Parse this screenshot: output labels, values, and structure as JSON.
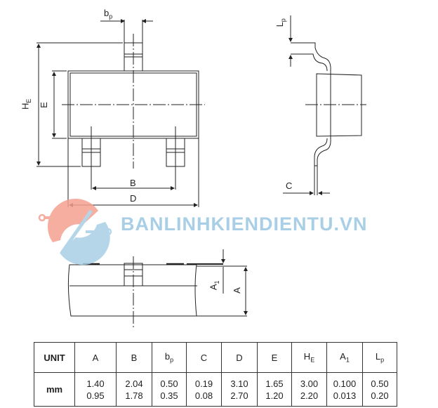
{
  "drawing": {
    "top_view_labels": {
      "bp": "b",
      "bp_sub": "p",
      "he": "H",
      "he_sub": "E",
      "e": "E",
      "b": "B",
      "d": "D"
    },
    "side_view_labels": {
      "lp": "L",
      "lp_sub": "p",
      "c": "C"
    },
    "front_view_labels": {
      "a1": "A",
      "a1_sub": "1",
      "a": "A"
    }
  },
  "watermark": {
    "text": "BANLINHKIENDIENTU.VN",
    "colors": {
      "text": "#a9cfe6",
      "logo_red": "#f4a090",
      "logo_blue": "#a9cfe6"
    }
  },
  "table": {
    "header": [
      {
        "label": "UNIT",
        "sub": ""
      },
      {
        "label": "A",
        "sub": ""
      },
      {
        "label": "B",
        "sub": ""
      },
      {
        "label": "b",
        "sub": "p"
      },
      {
        "label": "C",
        "sub": ""
      },
      {
        "label": "D",
        "sub": ""
      },
      {
        "label": "E",
        "sub": ""
      },
      {
        "label": "H",
        "sub": "E"
      },
      {
        "label": "A",
        "sub": "1"
      },
      {
        "label": "L",
        "sub": "p"
      }
    ],
    "rows": [
      {
        "unit": "mm",
        "values": [
          {
            "max": "1.40",
            "min": "0.95"
          },
          {
            "max": "2.04",
            "min": "1.78"
          },
          {
            "max": "0.50",
            "min": "0.35"
          },
          {
            "max": "0.19",
            "min": "0.08"
          },
          {
            "max": "3.10",
            "min": "2.70"
          },
          {
            "max": "1.65",
            "min": "1.20"
          },
          {
            "max": "3.00",
            "min": "2.20"
          },
          {
            "max": "0.100",
            "min": "0.013"
          },
          {
            "max": "0.50",
            "min": "0.20"
          }
        ]
      }
    ]
  }
}
